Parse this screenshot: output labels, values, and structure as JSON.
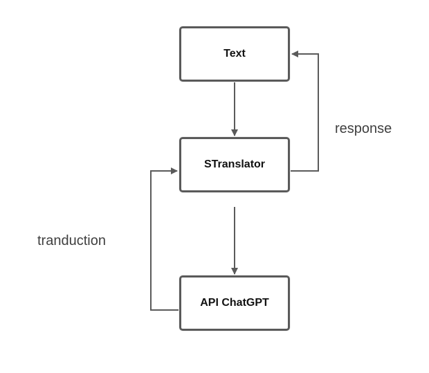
{
  "nodes": {
    "text": "Text",
    "stranslator": "STranslator",
    "api_chatgpt": "API ChatGPT"
  },
  "edges": {
    "response_label": "response",
    "tranduction_label": "tranduction"
  },
  "colors": {
    "line": "#5a5a5a",
    "node_border": "#5a5a5a",
    "label_text": "#3f3f3f",
    "background": "#ffffff"
  }
}
